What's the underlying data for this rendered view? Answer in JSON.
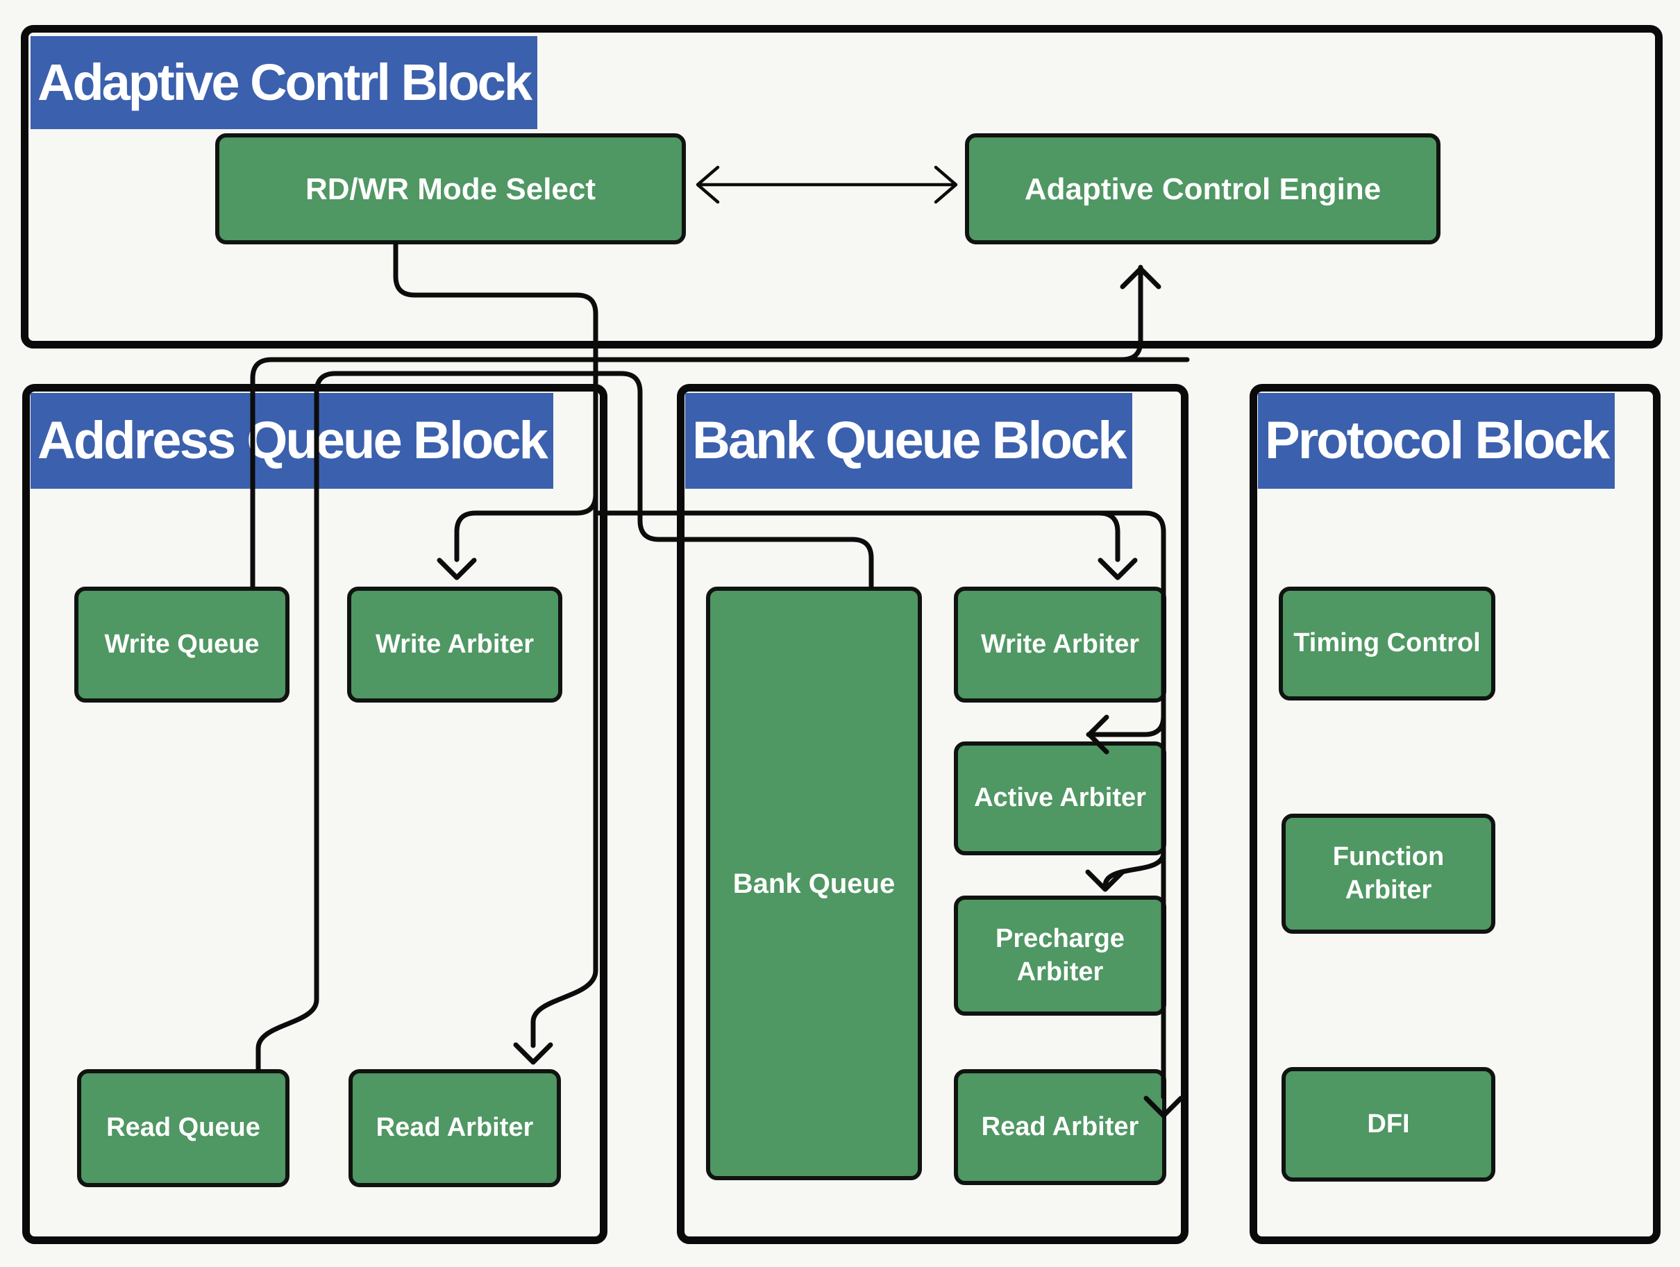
{
  "diagram": {
    "background": "#f7f7f3",
    "accent_blue": "#3b60ad",
    "box_green": "#4f9763",
    "wire_color": "#0c0c0c"
  },
  "adaptive_block": {
    "title": "Adaptive Contrl Block",
    "rdwr_box": "RD/WR Mode Select",
    "engine_box": "Adaptive Control Engine"
  },
  "address_block": {
    "title": "Address Queue Block",
    "write_queue": "Write Queue",
    "write_arbiter": "Write Arbiter",
    "read_queue": "Read Queue",
    "read_arbiter": "Read Arbiter"
  },
  "bank_block": {
    "title": "Bank Queue Block",
    "bank_queue": "Bank Queue",
    "write_arbiter": "Write Arbiter",
    "active_arbiter": "Active Arbiter",
    "precharge_arbiter": "Precharge Arbiter",
    "read_arbiter": "Read Arbiter"
  },
  "protocol_block": {
    "title": "Protocol Block",
    "timing_control": "Timing Control",
    "function_arbiter": "Function Arbiter",
    "dfi": "DFI"
  }
}
